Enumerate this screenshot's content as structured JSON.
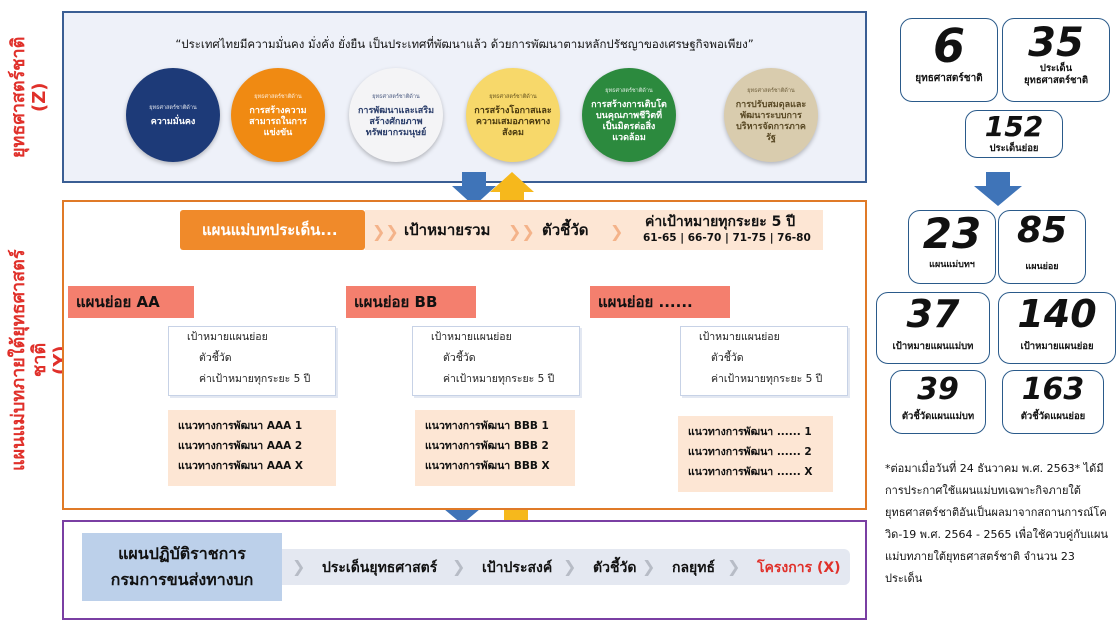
{
  "side_labels": {
    "z": "ยุทธศาสตร์ชาติ\n(Z)",
    "y": "แผนแม่บทภายใต้ยุทธศาสตร์ชาติ\n(Y)"
  },
  "quote": "“ประเทศไทยมีความมั่นคง มั่งคั่ง ยั่งยืน เป็นประเทศที่พัฒนาแล้ว ด้วยการพัฒนาตามหลักปรัชญาของเศรษฐกิจพอเพียง”",
  "strategies": [
    {
      "top": "ยุทธศาสตร์ชาติด้าน",
      "label": "ความมั่นคง",
      "color": "#1d3a78",
      "text_color": "#ffffff"
    },
    {
      "top": "ยุทธศาสตร์ชาติด้าน",
      "label": "การสร้างความสามารถในการแข่งขัน",
      "color": "#f08a12",
      "text_color": "#ffffff"
    },
    {
      "top": "ยุทธศาสตร์ชาติด้าน",
      "label": "การพัฒนาและเสริมสร้างศักยภาพทรัพยากรมนุษย์",
      "color": "#f4f4f6",
      "text_color": "#2a3d6a"
    },
    {
      "top": "ยุทธศาสตร์ชาติด้าน",
      "label": "การสร้างโอกาสและความเสมอภาคทางสังคม",
      "color": "#f7d86a",
      "text_color": "#4a3a10"
    },
    {
      "top": "ยุทธศาสตร์ชาติด้าน",
      "label": "การสร้างการเติบโตบนคุณภาพชีวิตที่เป็นมิตรต่อสิ่งแวดล้อม",
      "color": "#2c8a3e",
      "text_color": "#ffffff"
    },
    {
      "top": "ยุทธศาสตร์ชาติด้าน",
      "label": "การปรับสมดุลและพัฒนาระบบการบริหารจัดการภาครัฐ",
      "color": "#d9ccae",
      "text_color": "#5a4a26"
    }
  ],
  "stats": {
    "s6": {
      "num": "6",
      "label": "ยุทธศาสตร์ชาติ"
    },
    "s35": {
      "num": "35",
      "label": "ประเด็น\nยุทธศาสตร์ชาติ"
    },
    "s152": {
      "num": "152",
      "label": "ประเด็นย่อย"
    },
    "s23": {
      "num": "23",
      "label": "แผนแม่บทฯ"
    },
    "s85": {
      "num": "85",
      "label": "แผนย่อย"
    },
    "s37": {
      "num": "37",
      "label": "เป้าหมายแผนแม่บท"
    },
    "s140": {
      "num": "140",
      "label": "เป้าหมายแผนย่อย"
    },
    "s39": {
      "num": "39",
      "label": "ตัวชี้วัดแผนแม่บท"
    },
    "s163": {
      "num": "163",
      "label": "ตัวชี้วัดแผนย่อย"
    }
  },
  "flow": {
    "master_plan": "แผนแม่บทประเด็น...",
    "overall_goal": "เป้าหมายรวม",
    "indicator": "ตัวชี้วัด",
    "target_title": "ค่าเป้าหมายทุกระยะ 5 ปี",
    "target_periods": "61-65 | 66-70 | 71-75 | 76-80"
  },
  "subplans": [
    {
      "title": "แผนย่อย AA",
      "goal": "เป้าหมายแผนย่อย",
      "indicator": "ตัวชี้วัด",
      "target": "ค่าเป้าหมายทุกระยะ 5 ปี",
      "items": [
        "แนวทางการพัฒนา AAA 1",
        "แนวทางการพัฒนา AAA 2",
        "แนวทางการพัฒนา AAA X"
      ]
    },
    {
      "title": "แผนย่อย BB",
      "goal": "เป้าหมายแผนย่อย",
      "indicator": "ตัวชี้วัด",
      "target": "ค่าเป้าหมายทุกระยะ 5 ปี",
      "items": [
        "แนวทางการพัฒนา BBB 1",
        "แนวทางการพัฒนา BBB 2",
        "แนวทางการพัฒนา BBB X"
      ]
    },
    {
      "title": "แผนย่อย ......",
      "goal": "เป้าหมายแผนย่อย",
      "indicator": "ตัวชี้วัด",
      "target": "ค่าเป้าหมายทุกระยะ 5 ปี",
      "items": [
        "แนวทางการพัฒนา ...... 1",
        "แนวทางการพัฒนา ...... 2",
        "แนวทางการพัฒนา ...... X"
      ]
    }
  ],
  "action_plan": {
    "title": "แผนปฏิบัติราชการ\nกรมการขนส่งทางบก",
    "steps": [
      "ประเด็นยุทธศาสตร์",
      "เป้าประสงค์",
      "ตัวชี้วัด",
      "กลยุทธ์",
      "โครงการ (X)"
    ],
    "highlight_color": "#e0302a"
  },
  "note": "*ต่อมาเมื่อวันที่ 24 ธันวาคม พ.ศ. 2563* ได้มีการประกาศใช้แผนแม่บทเฉพาะกิจภายใต้ยุทธศาสตร์ชาติอันเป็นผลมาจากสถานการณ์โควิด-19 พ.ศ. 2564 - 2565 เพื่อใช้ควบคู่กับแผนแม่บทภายใต้ยุทธศาสตร์ชาติ จำนวน 23 ประเด็น"
}
